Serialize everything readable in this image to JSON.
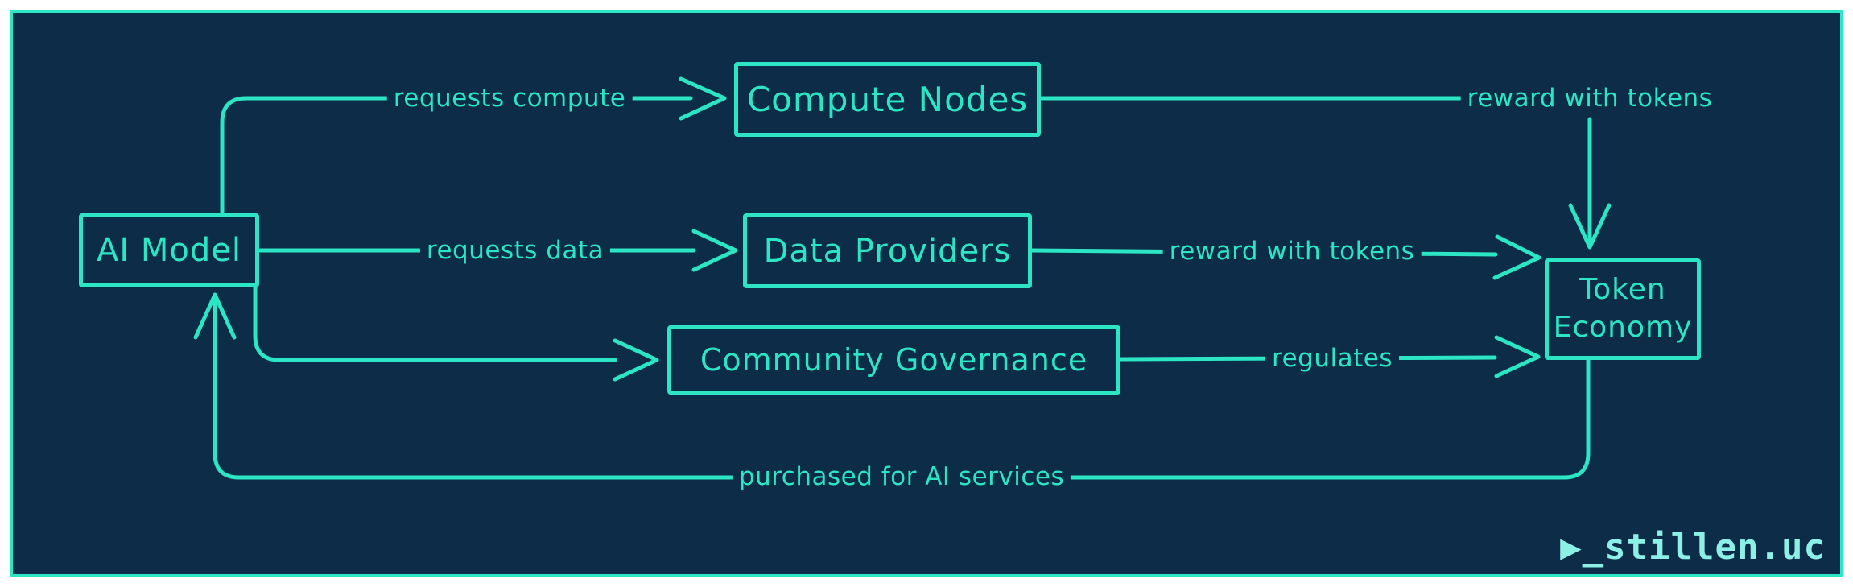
{
  "colors": {
    "page": "#ffffff",
    "panel": "#0d2c47",
    "stroke": "#2ce5c4",
    "watermark": "#8cf0e6"
  },
  "diagram": {
    "nodes": [
      {
        "id": "ai-model",
        "label": "AI Model"
      },
      {
        "id": "compute-nodes",
        "label": "Compute Nodes"
      },
      {
        "id": "data-providers",
        "label": "Data Providers"
      },
      {
        "id": "community-governance",
        "label": "Community Governance"
      },
      {
        "id": "token-economy",
        "label": "Token Economy"
      }
    ],
    "edges": [
      {
        "from": "AI Model",
        "to": "Compute Nodes",
        "label": "requests compute"
      },
      {
        "from": "AI Model",
        "to": "Data Providers",
        "label": "requests data"
      },
      {
        "from": "AI Model",
        "to": "Community Governance",
        "label": ""
      },
      {
        "from": "Compute Nodes",
        "to": "Token Economy",
        "label": "reward with tokens"
      },
      {
        "from": "Data Providers",
        "to": "Token Economy",
        "label": "reward with tokens"
      },
      {
        "from": "Community Governance",
        "to": "Token Economy",
        "label": "regulates"
      },
      {
        "from": "Token Economy",
        "to": "AI Model",
        "label": "purchased for AI services"
      }
    ]
  },
  "watermark": {
    "text": "▶_stillen.uc"
  }
}
